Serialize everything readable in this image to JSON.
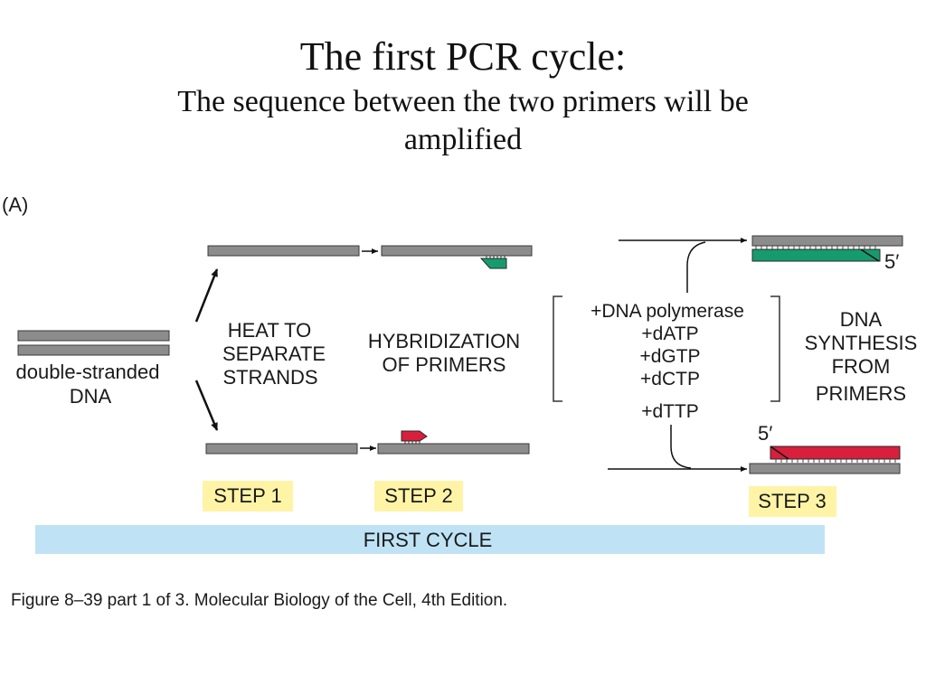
{
  "slide": {
    "title": "The first PCR cycle:",
    "subtitle": "The sequence between the two primers will be amplified"
  },
  "figure": {
    "panel_label": "(A)",
    "input_label": [
      "double-stranded",
      "DNA"
    ],
    "heat_label": [
      "HEAT TO",
      "SEPARATE",
      "STRANDS"
    ],
    "hybridization_label": [
      "HYBRIDIZATION",
      "OF PRIMERS"
    ],
    "reagents": [
      "+DNA polymerase",
      "+dATP",
      "+dGTP",
      "+dCTP",
      "+dTTP"
    ],
    "synthesis_label": [
      "DNA",
      "SYNTHESIS",
      "FROM",
      "PRIMERS"
    ],
    "five_prime_top": "5′",
    "five_prime_bottom": "5′",
    "steps": [
      "STEP 1",
      "STEP 2",
      "STEP 3"
    ],
    "cycle_label": "FIRST CYCLE",
    "caption": "Figure 8–39 part 1 of 3. Molecular Biology of the Cell, 4th Edition."
  },
  "colors": {
    "strand": "#8c8c8c",
    "strand_outline": "#3a3a3a",
    "primer_forward": "#d81f3c",
    "primer_reverse": "#169b6e",
    "step_highlight": "#fff4a6",
    "cycle_bar": "#bfe3f5"
  }
}
